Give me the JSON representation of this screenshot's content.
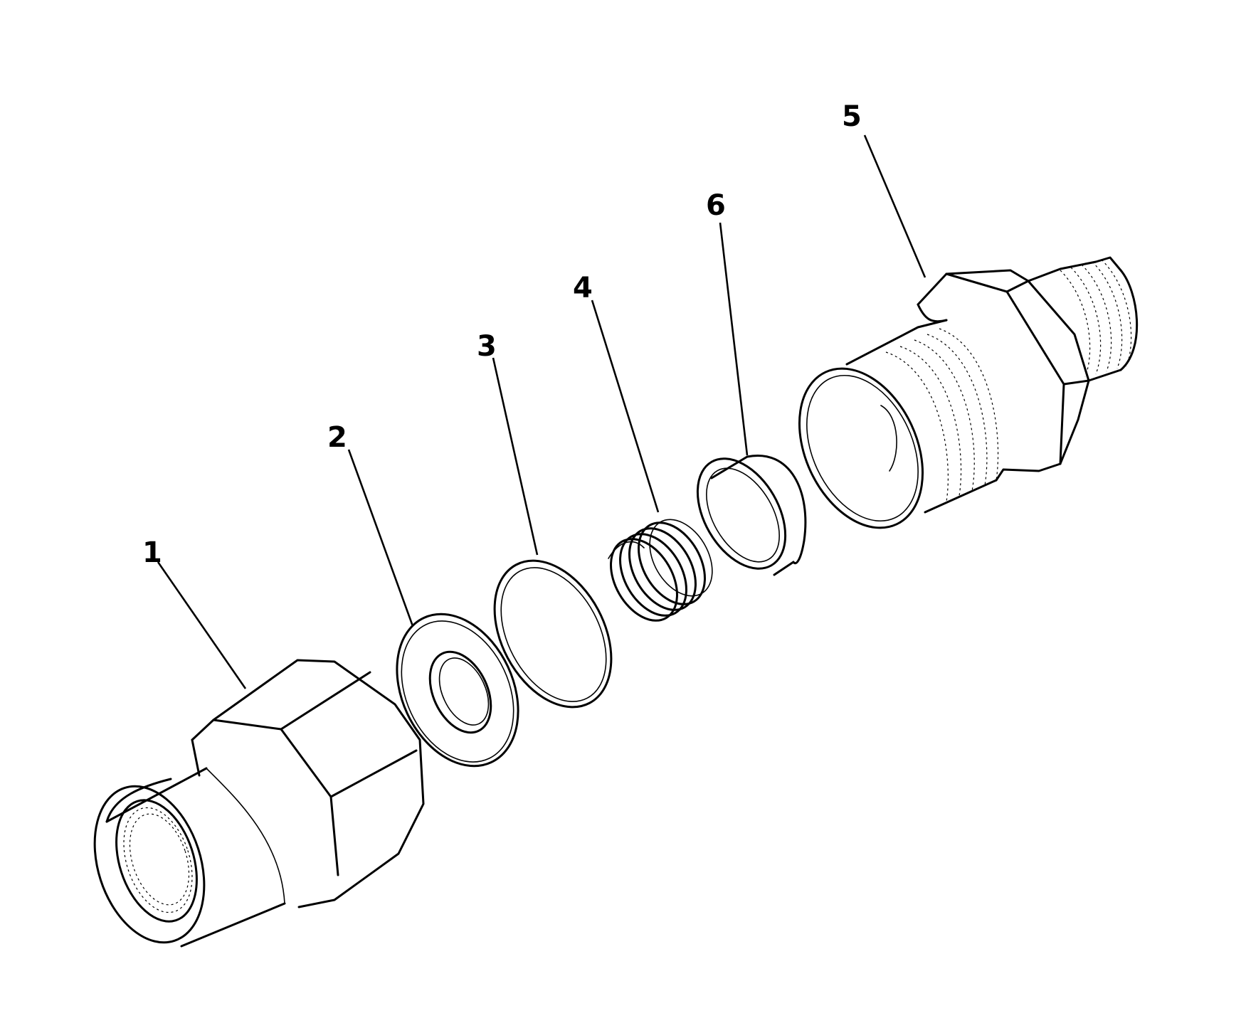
{
  "callouts": [
    "1",
    "2",
    "3",
    "4",
    "6",
    "5"
  ],
  "line_color": "#000000",
  "background": "#ffffff"
}
